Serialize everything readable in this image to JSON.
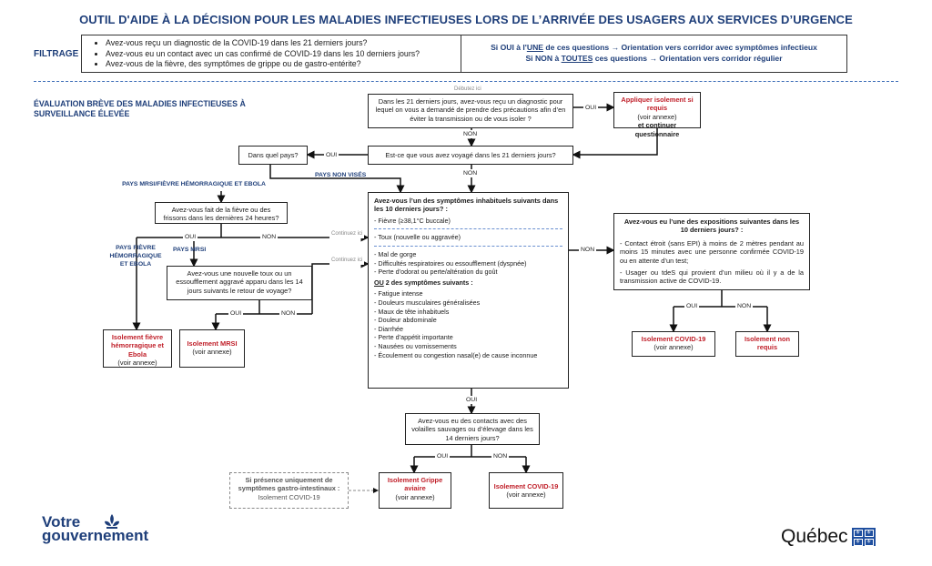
{
  "title": "OUTIL D'AIDE À LA DÉCISION POUR LES MALADIES INFECTIEUSES LORS DE L’ARRIVÉE DES USAGERS AUX SERVICES D’URGENCE",
  "filter": {
    "label": "FILTRAGE",
    "questions": [
      "Avez-vous reçu un diagnostic de la COVID-19 dans les 21 derniers jours?",
      "Avez-vous eu un contact avec un cas confirmé de COVID-19 dans les 10 derniers jours?",
      "Avez-vous de la fièvre, des symptômes de grippe ou de gastro-entérite?"
    ],
    "if_yes_prefix": "Si OUI à l'",
    "if_yes_keyword": "UNE",
    "if_yes_suffix": " de ces questions → Orientation vers corridor avec symptômes infectieux",
    "if_no_prefix": "Si NON à ",
    "if_no_keyword": "TOUTES",
    "if_no_suffix": " ces questions → Orientation vers corridor régulier"
  },
  "section_title": "ÉVALUATION BRÈVE DES MALADIES INFECTIEUSES À SURVEILLANCE ÉLEVÉE",
  "flow": {
    "start_label": "Débutez ici",
    "q_diagnostic": "Dans les 21 derniers jours, avez-vous reçu un diagnostic pour lequel on vous a demandé de prendre des précautions afin d’en éviter la transmission ou de vous isoler ?",
    "isolation_if_required": {
      "title": "Appliquer isolement si requis",
      "annex": "(voir annexe)",
      "continue": "et continuer questionnaire"
    },
    "q_travel": "Est-ce que vous avez voyagé dans les 21 derniers jours?",
    "q_which_country": "Dans quel pays?",
    "label_countries_not_targeted": "PAYS NON VISÉS",
    "label_mers_ebola": "PAYS MRSI/FIÈVRE HÉMORRAGIQUE ET EBOLA",
    "q_fever_24h": "Avez-vous fait de la fièvre ou des frissons dans les dernières 24 heures?",
    "label_hemorrhagic_countries": "PAYS FIÈVRE HÉMORRAGIQUE ET EBOLA",
    "label_mers_countries": "PAYS MRSI",
    "q_new_cough": "Avez-vous une nouvelle toux ou un essoufflement aggravé apparu dans les 14 jours suivants le retour de voyage?",
    "iso_hemorrhagic": {
      "title": "Isolement fièvre hémorragique et Ebola",
      "annex": "(voir annexe)"
    },
    "iso_mers": {
      "title": "Isolement MRSI",
      "annex": "(voir annexe)"
    },
    "continue_label": "Continuez ici",
    "symptoms": {
      "title": "Avez-vous l’un des symptômes inhabituels suivants dans les 10 derniers jours? :",
      "fever": "- Fièvre (≥38,1°C buccale)",
      "cough": "- Toux (nouvelle ou aggravée)",
      "group_a": [
        "- Mal de gorge",
        "- Difficultés respiratoires ou essoufflement (dyspnée)",
        "- Perte d’odorat ou perte/altération du goût"
      ],
      "or_label": "OU",
      "or_rest": " 2 des symptômes suivants :",
      "group_b": [
        "- Fatigue intense",
        "- Douleurs musculaires généralisées",
        "- Maux de tête inhabituels",
        "- Douleur abdominale",
        "- Diarrhée",
        "- Perte d’appétit importante",
        "- Nausées ou vomissements",
        "- Écoulement ou congestion nasal(e) de cause inconnue"
      ]
    },
    "exposures": {
      "title": "Avez-vous eu l’une des expositions suivantes dans les 10 derniers jours? :",
      "item1": "- Contact étroit (sans EPI) à moins de 2 mètres pendant au moins 15 minutes avec une personne confirmée COVID-19 ou en attente d’un test;",
      "item2": "- Usager ou tdeS qui provient d’un milieu où il y a de la transmission active de COVID-19."
    },
    "iso_covid_right": {
      "title": "Isolement COVID-19",
      "annex": "(voir annexe)"
    },
    "iso_not_required": {
      "title": "Isolement non requis"
    },
    "q_poultry": "Avez-vous eu des contacts avec des volailles sauvages ou d’élevage dans les 14 derniers jours?",
    "gastro_note": {
      "line1": "Si présence uniquement de symptômes gastro-intestinaux :",
      "line2": "Isolement COVID-19"
    },
    "iso_avian": {
      "title": "Isolement Grippe aviaire",
      "annex": "(voir annexe)"
    },
    "iso_covid_bottom": {
      "title": "Isolement COVID-19",
      "annex": "(voir annexe)"
    },
    "yes": "OUI",
    "no": "NON"
  },
  "footer": {
    "left_logo_line1": "Votre",
    "left_logo_line2": "gouvernement",
    "right_logo": "Québec"
  },
  "colors": {
    "brand_blue": "#1f3f7a",
    "alert_red": "#c0202a",
    "divider_blue": "#3f6fb8"
  }
}
